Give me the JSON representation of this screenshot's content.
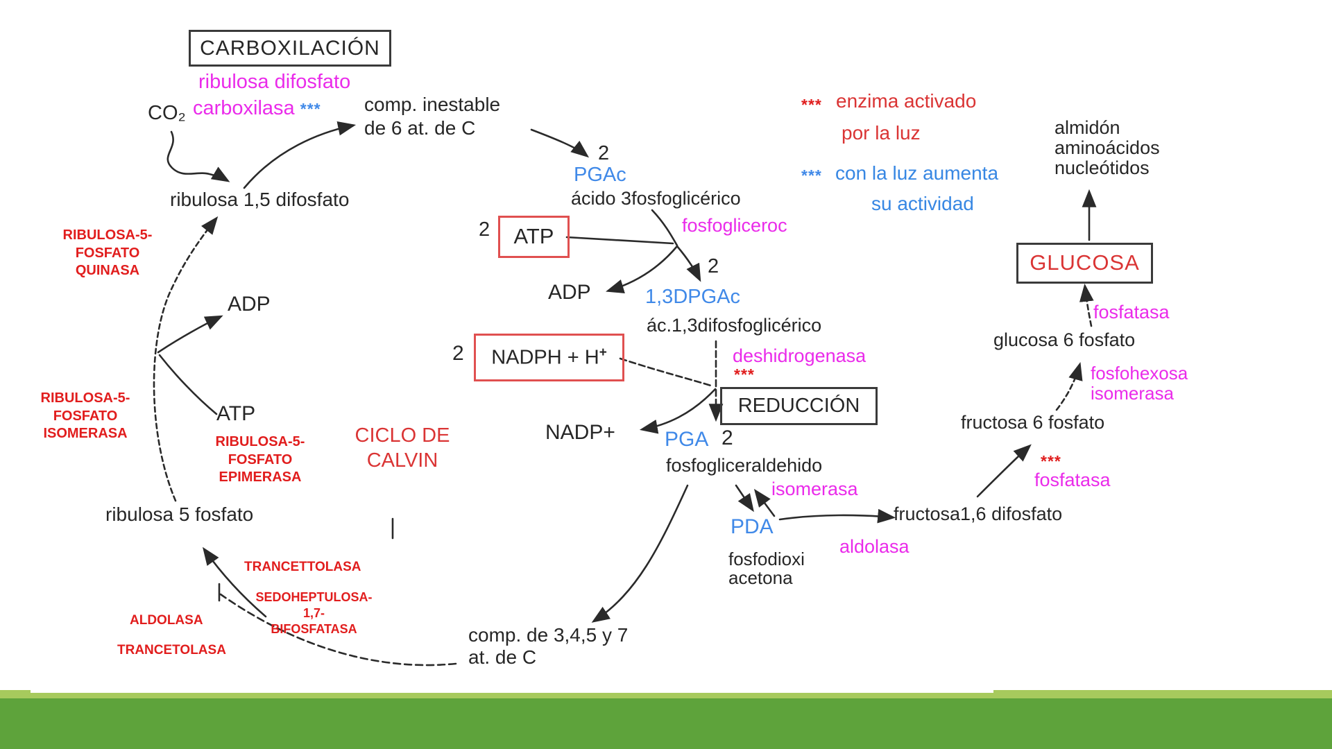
{
  "colors": {
    "magenta_enzyme": "#ea2bea",
    "blue_metabolite": "#4089e8",
    "red_label": "#e11d1d",
    "red_title": "#da3434",
    "red_box_border": "#e05050",
    "black_text": "#262626",
    "footer_light_green": "#a7ca5d",
    "footer_dark_green": "#5ea33b"
  },
  "stages": {
    "carboxilacion": "CARBOXILACIÓN",
    "reduccion": "REDUCCIÓN",
    "glucosa": "GLUCOSA"
  },
  "title": {
    "l1": "CICLO DE",
    "l2": "CALVIN"
  },
  "legend": {
    "stars_red": "***",
    "red_l1": "enzima activado",
    "red_l2": "por la luz",
    "stars_blue": "***",
    "blue_l1": "con la luz aumenta",
    "blue_l2": "su actividad"
  },
  "molecules": {
    "co2": "CO₂",
    "comp6_l1": "comp. inestable",
    "comp6_l2": "de 6 at. de C",
    "rib15": "ribulosa 1,5 difosfato",
    "pgac_n": "2",
    "pgac": "PGAc",
    "acido3": "ácido 3fosfoglicérico",
    "atp_n": "2",
    "atp": "ATP",
    "adp_top": "ADP",
    "dpga_n": "2",
    "dpga": "1,3DPGAc",
    "ac13": "ác.1,3difosfoglicérico",
    "nadph_n": "2",
    "nadph": "NADPH + H",
    "nadph_sup": "+",
    "nadp": "NADP+",
    "pga": "PGA",
    "pga_n": "2",
    "fga": "fosfogliceraldehido",
    "pda": "PDA",
    "pda_l1": "fosfodioxi",
    "pda_l2": "acetona",
    "fru16": "fructosa1,6 difosfato",
    "fru6": "fructosa 6 fosfato",
    "glu6": "glucosa 6 fosfato",
    "rib5": "ribulosa 5 fosfato",
    "comp347_l1": "comp. de 3,4,5 y 7",
    "comp347_l2": "at. de C",
    "adp_left": "ADP",
    "atp_left": "ATP",
    "almidon_l1": "almidón",
    "almidon_l2": "aminoácidos",
    "almidon_l3": "nucleótidos"
  },
  "enzymes_magenta": {
    "rubisco_l1": "ribulosa difosfato",
    "rubisco_l2": "carboxilasa",
    "rubisco_stars": "***",
    "fosfoglicero": "fosfogliceroc",
    "deshidrogenasa": "deshidrogenasa",
    "deshidrogenasa_stars": "***",
    "isomerasa": "isomerasa",
    "aldolasa": "aldolasa",
    "fosfatasa1_stars": "***",
    "fosfatasa1": "fosfatasa",
    "fosfohexosa_l1": "fosfohexosa",
    "fosfohexosa_l2": "isomerasa",
    "fosfatasa2": "fosfatasa"
  },
  "enzymes_red": {
    "quinasa_l1": "RIBULOSA-5-",
    "quinasa_l2": "FOSFATO",
    "quinasa_l3": "QUINASA",
    "isom_l1": "RIBULOSA-5-",
    "isom_l2": "FOSFATO",
    "isom_l3": "ISOMERASA",
    "epim_l1": "RIBULOSA-5-",
    "epim_l2": "FOSFATO",
    "epim_l3": "EPIMERASA",
    "trancettolasa": "TRANCETTOLASA",
    "sedoheptulosa_l1": "SEDOHEPTULOSA-1,7-",
    "sedoheptulosa_l2": "BIFOSFATASA",
    "aldolasa": "ALDOLASA",
    "trancetolasa": "TRANCETOLASA"
  }
}
